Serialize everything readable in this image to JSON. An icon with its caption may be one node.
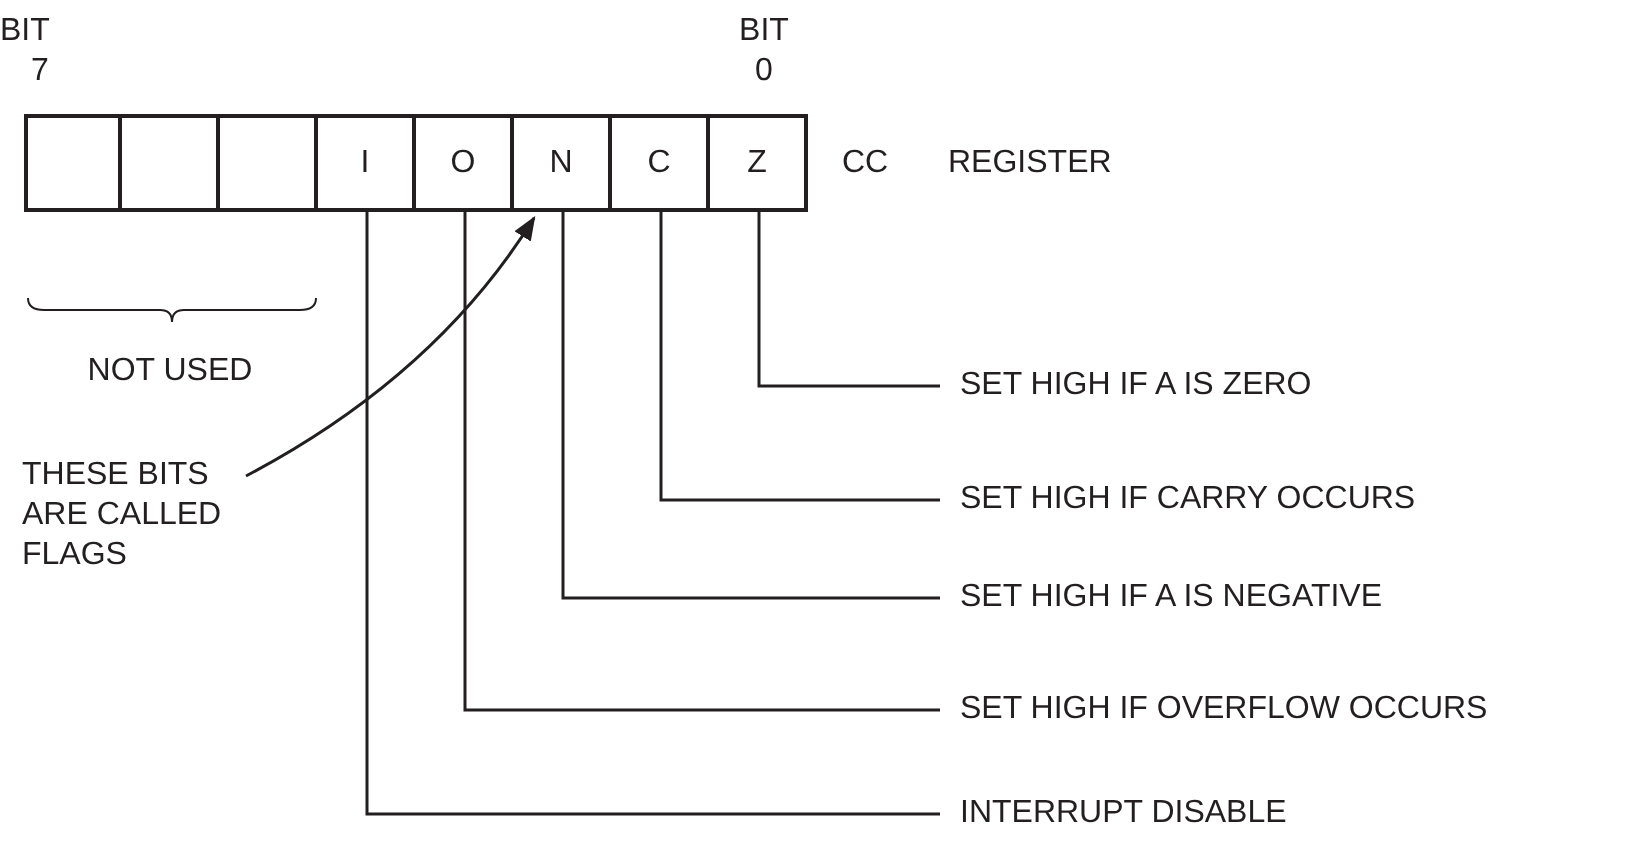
{
  "diagram": {
    "nodes": [
      {
        "text": [],
        "shape": "box"
      },
      {
        "text": [],
        "shape": "box"
      },
      {
        "text": [],
        "shape": "box"
      },
      {
        "text": [
          "I"
        ]
      },
      {
        "text": [
          "O"
        ]
      },
      {
        "text": [
          "N"
        ]
      },
      {
        "text": [
          "C"
        ]
      },
      {
        "text": [
          "Z"
        ]
      },
      {
        "text": [
          "SET HIGH IF A IS ZERO"
        ]
      },
      {
        "text": [
          "SET HIGH IF CARRY OCCURS"
        ]
      },
      {
        "text": [
          "SET HIGH IF A IS NEGATIVE"
        ]
      },
      {
        "text": [
          "SET HIGH IF OVERFLOW OCCURS"
        ]
      },
      {
        "text": [
          "INTERRUPT DISABLE"
        ]
      },
      {
        "text": [
          "THESE BITS ARE CALLED FLAGS"
        ]
      }
    ],
    "edges": [
      {
        "from": 7,
        "to": 8,
        "arrow": "none"
      },
      {
        "from": 6,
        "to": 9,
        "arrow": "none"
      },
      {
        "from": 5,
        "to": 10,
        "arrow": "none"
      },
      {
        "from": 4,
        "to": 11,
        "arrow": "none"
      },
      {
        "from": 3,
        "to": 12,
        "arrow": "none"
      },
      {
        "from": 13,
        "to": 5,
        "arrow": "to"
      }
    ],
    "labels": [
      "BIT",
      "7",
      "BIT",
      "0",
      "CC",
      "REGISTER",
      "NOT USED"
    ]
  }
}
